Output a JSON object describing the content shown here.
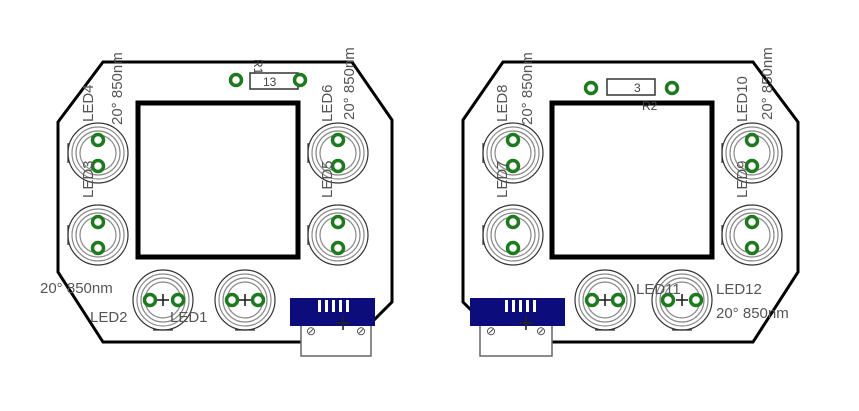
{
  "colors": {
    "copper": "#1a1a8c",
    "pad": "#1e7a1e",
    "outline": "#000000",
    "silkscreen": "#555555",
    "smd": "#0c0c7a"
  },
  "boards": [
    {
      "resistor": {
        "ref": "R1",
        "value": "13"
      },
      "leds": [
        {
          "ref": "LED1"
        },
        {
          "ref": "LED2"
        },
        {
          "ref": "LED3"
        },
        {
          "ref": "LED4"
        },
        {
          "ref": "LED5"
        },
        {
          "ref": "LED6"
        }
      ],
      "specs": [
        "20° 850nm",
        "20° 850nm",
        "20° 850nm"
      ]
    },
    {
      "resistor": {
        "ref": "R2",
        "value": "3"
      },
      "leds": [
        {
          "ref": "LED7"
        },
        {
          "ref": "LED8"
        },
        {
          "ref": "LED9"
        },
        {
          "ref": "LED10"
        },
        {
          "ref": "LED11"
        },
        {
          "ref": "LED12"
        }
      ],
      "specs": [
        "20° 850nm",
        "20° 850nm",
        "20° 850nm"
      ]
    }
  ]
}
